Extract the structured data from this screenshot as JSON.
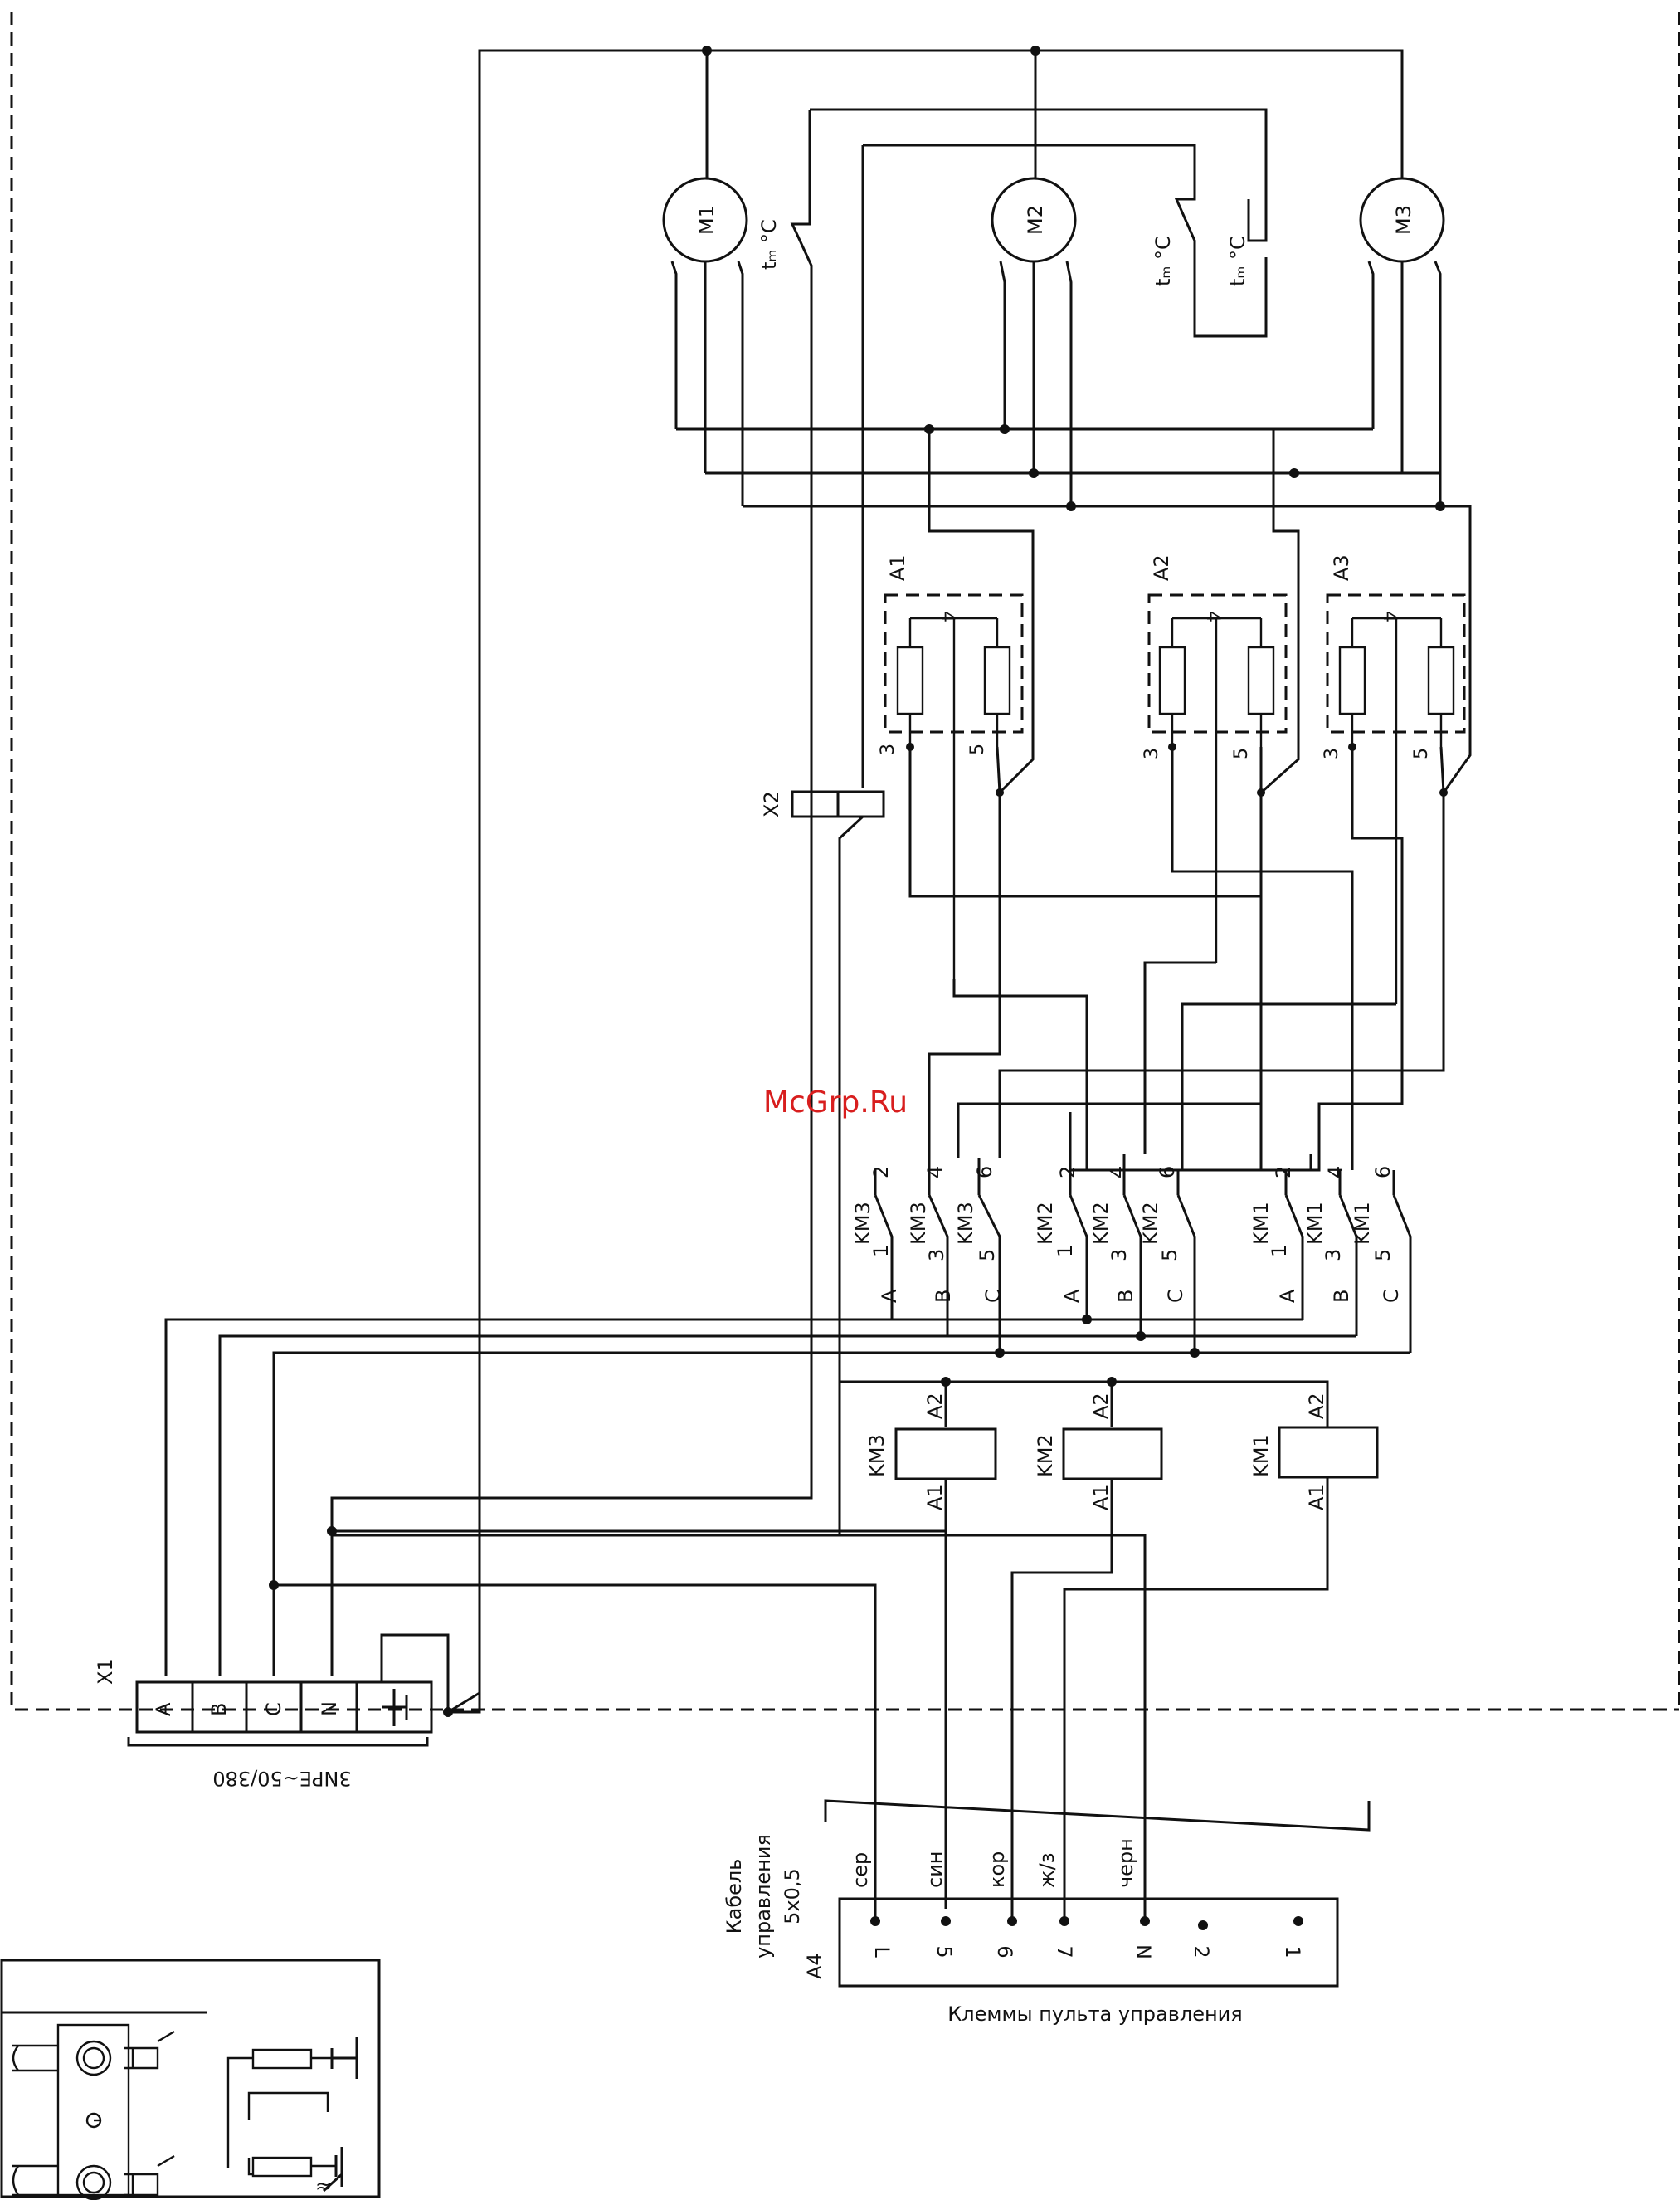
{
  "labels": {
    "motors": [
      "M1",
      "M2",
      "M3"
    ],
    "thermostat": "tₘ °C",
    "heaters": [
      "A1",
      "A2",
      "A3"
    ],
    "heater_pins": [
      "3",
      "4",
      "5"
    ],
    "connector_x2": "X2",
    "connector_x1": "X1",
    "x1_terminals": [
      "A",
      "B",
      "C",
      "N"
    ],
    "supply": "3NPE~50/380",
    "contactor_groups": [
      {
        "name": "KM3",
        "poles": [
          [
            "A",
            "1",
            "2"
          ],
          [
            "B",
            "3",
            "4"
          ],
          [
            "C",
            "5",
            "6"
          ]
        ]
      },
      {
        "name": "KM2",
        "poles": [
          [
            "A",
            "1",
            "2"
          ],
          [
            "B",
            "3",
            "4"
          ],
          [
            "C",
            "5",
            "6"
          ]
        ]
      },
      {
        "name": "KM1",
        "poles": [
          [
            "A",
            "1",
            "2"
          ],
          [
            "B",
            "3",
            "4"
          ],
          [
            "C",
            "5",
            "6"
          ]
        ]
      }
    ],
    "coils": [
      {
        "name": "KM3",
        "top": "A2",
        "bottom": "A1"
      },
      {
        "name": "KM2",
        "top": "A2",
        "bottom": "A1"
      },
      {
        "name": "KM1",
        "top": "A2",
        "bottom": "A1"
      }
    ],
    "cable": [
      "Кабель",
      "управления",
      "5х0,5"
    ],
    "wire_colors": [
      "сер",
      "син",
      "кор",
      "ж/з",
      "черн"
    ],
    "panel_id": "A4",
    "panel_terminals": [
      "L",
      "5",
      "6",
      "7",
      "N",
      "2",
      "1"
    ],
    "panel_caption": "Клеммы пульта управления",
    "watermark": "McGrp.Ru",
    "inset_symbol": "≈"
  },
  "colors": {
    "line": "#111111",
    "watermark": "#d81e1e"
  }
}
